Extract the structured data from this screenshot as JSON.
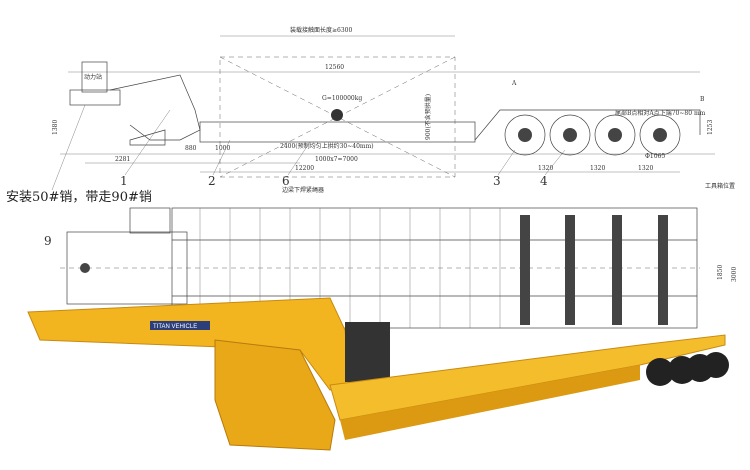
{
  "side_view": {
    "load_length": "装载接触面长度≥6300",
    "overall_length": "12560",
    "load": "G=100000kg",
    "camber_note": "2400(预制均匀上拱约30~40mm)",
    "vertical_dim": "900(不含预拱量)",
    "power_station": "动力站",
    "tail_note": "尾部B点相对A点下端70~80 mm",
    "point_a": "A",
    "point_b": "B",
    "dims": [
      "1380",
      "2281",
      "880",
      "1000",
      "1000x7=7000",
      "12200",
      "1320",
      "1320",
      "1320",
      "1253",
      "Φ1065"
    ]
  },
  "callouts": [
    "1",
    "2",
    "6",
    "3",
    "4",
    "9"
  ],
  "notes": {
    "pin": "安装50#销，带走90#销",
    "side_beam": "边梁下焊紧绳器",
    "toolbox": "工具箱位置"
  },
  "top_view": {
    "dims": [
      "1850",
      "3000"
    ]
  },
  "photo": {
    "brand": "TITAN VEHICLE",
    "color": "#f2b520"
  }
}
